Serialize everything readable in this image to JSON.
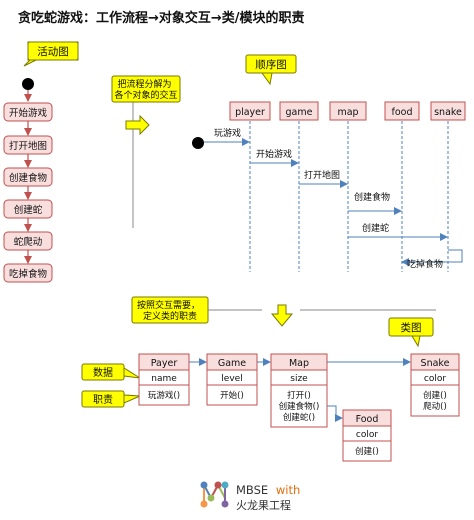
{
  "title": "贪吃蛇游戏：工作流程→对象交互→类/模块的职责",
  "activity": {
    "label": "活动图",
    "steps": [
      "开始游戏",
      "打开地图",
      "创建食物",
      "创建蛇",
      "蛇爬动",
      "吃掉食物"
    ]
  },
  "transition_note": "把流程分解为各个对象的交互",
  "sequence": {
    "label": "顺序图",
    "lifelines": [
      "player",
      "game",
      "map",
      "food",
      "snake"
    ],
    "messages": [
      "玩游戏",
      "开始游戏",
      "打开地图",
      "创建食物",
      "创建蛇",
      "吃掉食物"
    ]
  },
  "responsibility_note": "按照交互需要，定义类的职责",
  "class_diagram": {
    "label": "类图",
    "data_callout": "数据",
    "duty_callout": "职责",
    "classes": {
      "payer": {
        "name": "Payer",
        "attr": "name",
        "ops": [
          "玩游戏()"
        ]
      },
      "game": {
        "name": "Game",
        "attr": "level",
        "ops": [
          "开始()"
        ]
      },
      "map": {
        "name": "Map",
        "attr": "size",
        "ops": [
          "打开()",
          "创建食物()",
          "创建蛇()"
        ]
      },
      "snake": {
        "name": "Snake",
        "attr": "color",
        "ops": [
          "创建()",
          "爬动()"
        ]
      },
      "food": {
        "name": "Food",
        "attr": "color",
        "ops": [
          "创建()"
        ]
      }
    }
  },
  "logo": {
    "line1": "MBSE",
    "with": "with",
    "line2": "火龙果工程"
  },
  "colors": {
    "box_fill": "#f9dede",
    "box_stroke": "#c0504d",
    "callout_fill": "#ffff00",
    "callout_stroke": "#7a7a00",
    "arrow": "#4f81bd",
    "lifeline": "#4f81bd",
    "class_header": "#f9dede"
  }
}
